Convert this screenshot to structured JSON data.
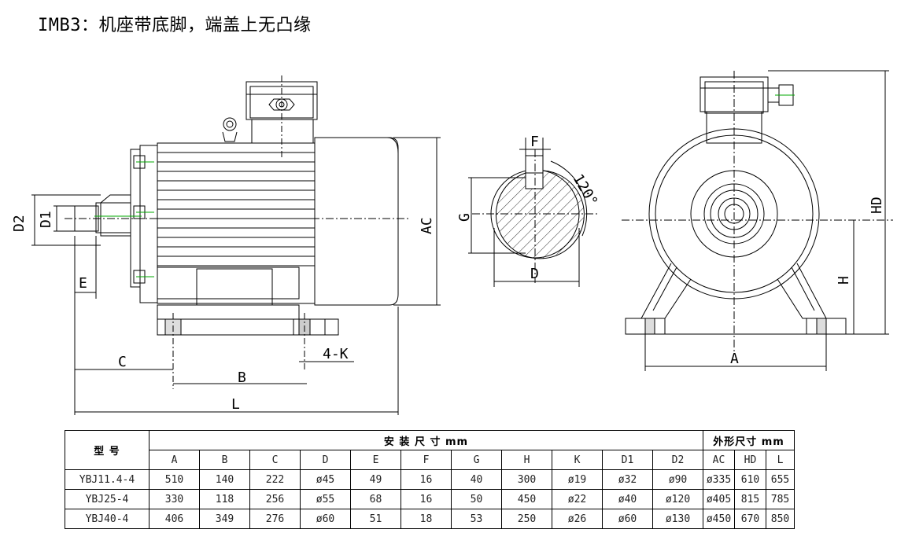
{
  "title": "IMB3：机座带底脚，端盖上无凸缘",
  "drawing_labels": {
    "D2": "D2",
    "D1": "D1",
    "E": "E",
    "C": "C",
    "B": "B",
    "L": "L",
    "K": "4-K",
    "AC": "AC",
    "F": "F",
    "G": "G",
    "D": "D",
    "angle": "120°",
    "HD": "HD",
    "H": "H",
    "A": "A"
  },
  "table": {
    "model_header": "型 号",
    "install_header": "安 装 尺 寸 mm",
    "outline_header": "外形尺寸 mm",
    "install_columns": [
      "A",
      "B",
      "C",
      "D",
      "E",
      "F",
      "G",
      "H",
      "K",
      "D1",
      "D2"
    ],
    "outline_columns": [
      "AC",
      "HD",
      "L"
    ],
    "rows": [
      {
        "model": "YBJ11.4-4",
        "cells": [
          "510",
          "140",
          "222",
          "ø45",
          "49",
          "16",
          "40",
          "300",
          "ø19",
          "ø32",
          "ø90",
          "ø335",
          "610",
          "655"
        ]
      },
      {
        "model": "YBJ25-4",
        "cells": [
          "330",
          "118",
          "256",
          "ø55",
          "68",
          "16",
          "50",
          "450",
          "ø22",
          "ø40",
          "ø120",
          "ø405",
          "815",
          "785"
        ]
      },
      {
        "model": "YBJ40-4",
        "cells": [
          "406",
          "349",
          "276",
          "ø60",
          "51",
          "18",
          "53",
          "250",
          "ø26",
          "ø60",
          "ø130",
          "ø450",
          "670",
          "850"
        ]
      }
    ]
  }
}
